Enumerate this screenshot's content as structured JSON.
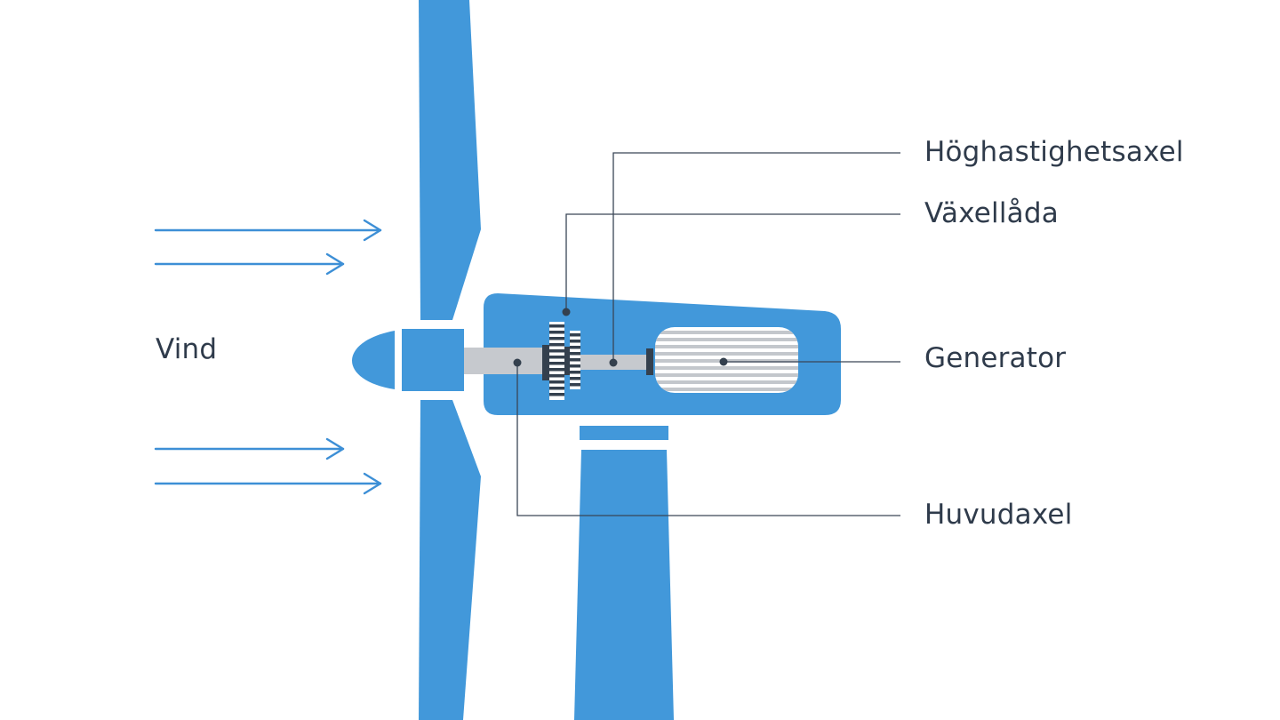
{
  "colors": {
    "turbine_blue": "#4298da",
    "wind_arrow_blue": "#3d8fd6",
    "shaft_gray": "#c6c9ce",
    "component_dark": "#34404e",
    "leader_line": "#3a4656",
    "label_text": "#2f3b4b",
    "generator_fill": "#ffffff",
    "generator_stripe": "#c3c7cc"
  },
  "wind": {
    "label": "Vind",
    "arrow_count": 4
  },
  "callouts": {
    "high_speed_shaft": "Höghastighetsaxel",
    "gearbox": "Växellåda",
    "generator": "Generator",
    "main_shaft": "Huvudaxel"
  }
}
